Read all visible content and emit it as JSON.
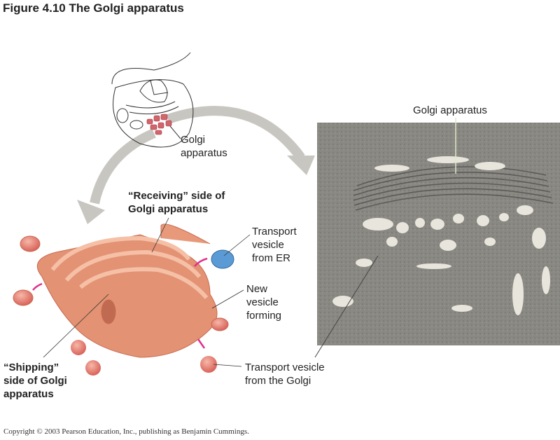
{
  "figure_title": "Figure 4.10  The Golgi apparatus",
  "labels": {
    "cell_golgi": [
      "Golgi",
      "apparatus"
    ],
    "micrograph_golgi": "Golgi apparatus",
    "receiving_side": [
      "“Receiving” side of",
      "Golgi apparatus"
    ],
    "transport_vesicle_er": [
      "Transport",
      "vesicle",
      "from ER"
    ],
    "new_vesicle": [
      "New",
      "vesicle",
      "forming"
    ],
    "shipping_side": [
      "“Shipping”",
      "side of Golgi",
      "apparatus"
    ],
    "transport_vesicle_golgi": [
      "Transport vesicle",
      "from the Golgi"
    ]
  },
  "copyright": "Copyright © 2003 Pearson Education, Inc., publishing as Benjamin Cummings.",
  "colors": {
    "golgi": "#e8906c",
    "vesicle_er": "#5b9bd5",
    "arrow": "#c8c6c0",
    "magenta": "#e0308a",
    "micrograph": "#8a8883"
  }
}
